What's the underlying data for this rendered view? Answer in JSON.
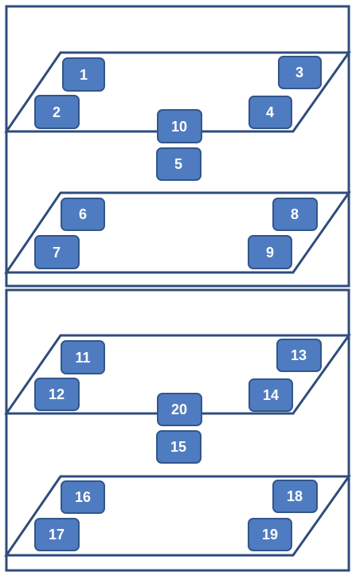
{
  "colors": {
    "outline": "#2f4d7c",
    "node_fill": "#4f7cc0",
    "node_stroke": "#33568b",
    "node_text": "#ffffff",
    "background": "#ffffff"
  },
  "panels": [
    {
      "layers": [
        {
          "nodes": [
            {
              "label": "1"
            },
            {
              "label": "2"
            },
            {
              "label": "3"
            },
            {
              "label": "4"
            }
          ]
        },
        {
          "nodes": [
            {
              "label": "6"
            },
            {
              "label": "7"
            },
            {
              "label": "8"
            },
            {
              "label": "9"
            }
          ]
        }
      ],
      "connectors": [
        {
          "label": "10"
        },
        {
          "label": "5"
        }
      ]
    },
    {
      "layers": [
        {
          "nodes": [
            {
              "label": "11"
            },
            {
              "label": "12"
            },
            {
              "label": "13"
            },
            {
              "label": "14"
            }
          ]
        },
        {
          "nodes": [
            {
              "label": "16"
            },
            {
              "label": "17"
            },
            {
              "label": "18"
            },
            {
              "label": "19"
            }
          ]
        }
      ],
      "connectors": [
        {
          "label": "20"
        },
        {
          "label": "15"
        }
      ]
    }
  ]
}
